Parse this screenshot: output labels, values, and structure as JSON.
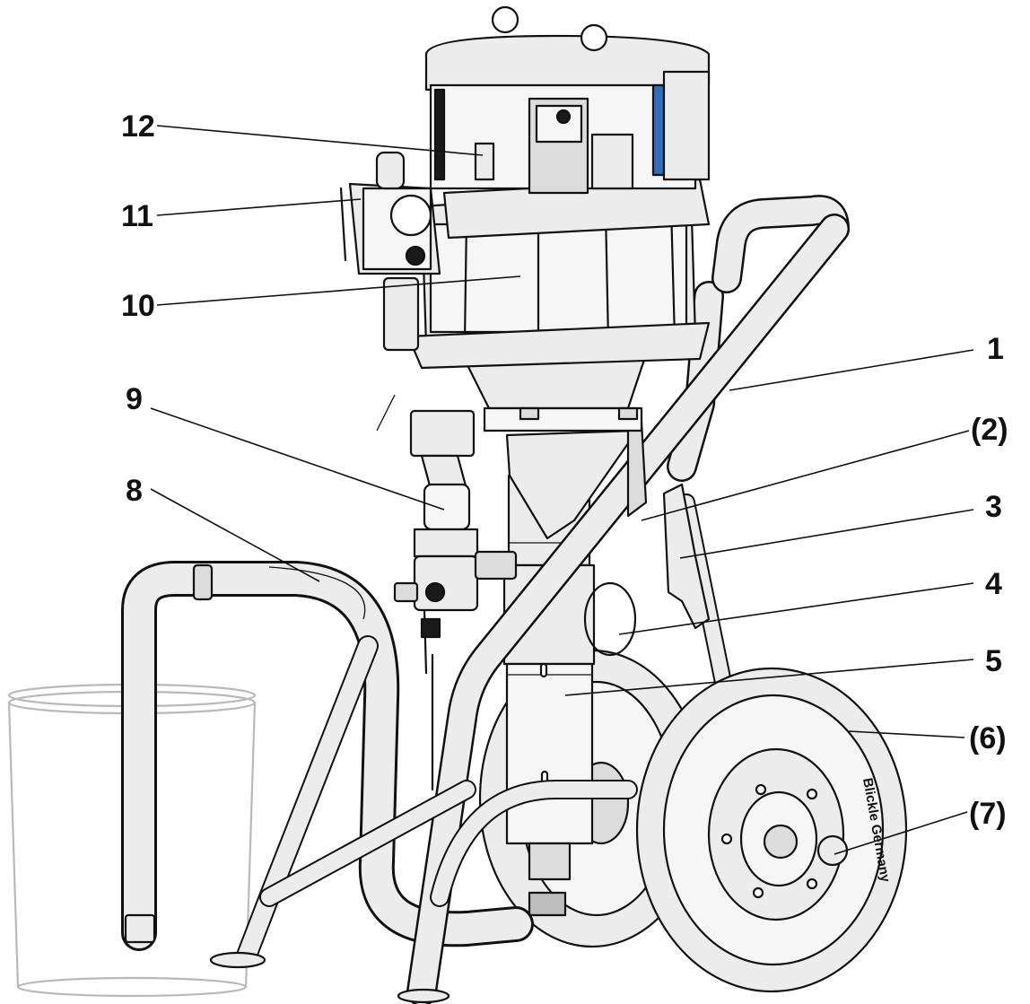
{
  "callouts": [
    {
      "id": "1",
      "text": "1"
    },
    {
      "id": "2",
      "text": "(2)"
    },
    {
      "id": "3",
      "text": "3"
    },
    {
      "id": "4",
      "text": "4"
    },
    {
      "id": "5",
      "text": "5"
    },
    {
      "id": "6",
      "text": "(6)"
    },
    {
      "id": "7",
      "text": "(7)"
    },
    {
      "id": "8",
      "text": "8"
    },
    {
      "id": "9",
      "text": "9"
    },
    {
      "id": "10",
      "text": "10"
    },
    {
      "id": "11",
      "text": "11"
    },
    {
      "id": "12",
      "text": "12"
    }
  ],
  "tire_brand": "Blickle Germany",
  "colors": {
    "outline": "#111111",
    "part_fill": "#ececec",
    "accent": "#2f6fc0",
    "bucket": "#b9b9b9"
  }
}
